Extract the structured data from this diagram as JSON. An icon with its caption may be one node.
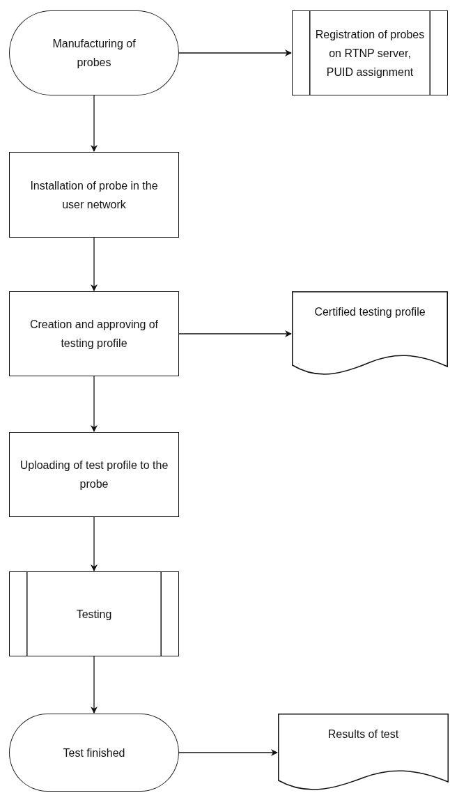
{
  "diagram": {
    "nodes": [
      {
        "text": [
          "Manufacturing of probes"
        ]
      },
      {
        "text": [
          "Registration of probes on RTNP server, PUID assignment"
        ]
      },
      {
        "text": [
          "Installation of probe in the user network"
        ]
      },
      {
        "text": [
          "Creation and approving of testing profile"
        ]
      },
      {
        "text": [
          "Certified testing profile"
        ]
      },
      {
        "text": [
          "Uploading of test profile to the probe"
        ]
      },
      {
        "text": [
          "Testing"
        ]
      },
      {
        "text": [
          "Test finished"
        ]
      },
      {
        "text": [
          "Results of test"
        ]
      }
    ],
    "edges": [
      {
        "from": 0,
        "to": 1,
        "arrow": "to"
      },
      {
        "from": 0,
        "to": 2,
        "arrow": "to"
      },
      {
        "from": 2,
        "to": 3,
        "arrow": "to"
      },
      {
        "from": 3,
        "to": 4,
        "arrow": "to"
      },
      {
        "from": 3,
        "to": 5,
        "arrow": "to"
      },
      {
        "from": 5,
        "to": 6,
        "arrow": "to"
      },
      {
        "from": 6,
        "to": 7,
        "arrow": "to"
      },
      {
        "from": 7,
        "to": 8,
        "arrow": "to"
      }
    ]
  }
}
